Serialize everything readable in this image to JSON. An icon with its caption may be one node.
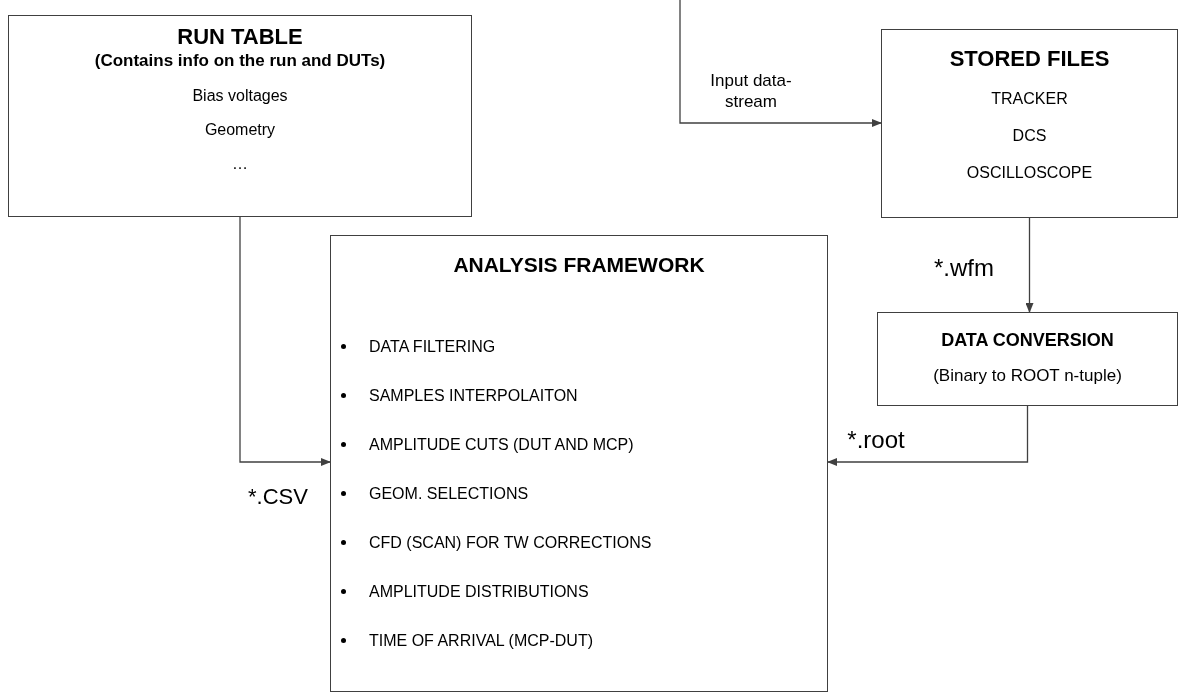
{
  "diagram": {
    "nodes": [
      {
        "text": [
          "RUN TABLE",
          "(Contains info on the run and DUTs)",
          "Bias voltages",
          "Geometry",
          "…"
        ]
      },
      {
        "text": [
          "STORED FILES",
          "TRACKER",
          "DCS",
          "OSCILLOSCOPE"
        ]
      },
      {
        "text": [
          "ANALYSIS FRAMEWORK",
          "DATA FILTERING",
          "SAMPLES INTERPOLAITON",
          "AMPLITUDE CUTS (DUT AND MCP)",
          "GEOM. SELECTIONS",
          "CFD (SCAN) FOR TW CORRECTIONS",
          "AMPLITUDE DISTRIBUTIONS",
          "TIME OF ARRIVAL (MCP-DUT)"
        ]
      },
      {
        "text": [
          "DATA CONVERSION",
          "(Binary to ROOT n-tuple)"
        ]
      }
    ],
    "edges": [
      {
        "from": null,
        "to": 1,
        "arrow": "to",
        "label": "Input data-stream"
      },
      {
        "from": 0,
        "to": 2,
        "arrow": "to",
        "label": "*.CSV"
      },
      {
        "from": 1,
        "to": 3,
        "arrow": "to",
        "label": "*.wfm"
      },
      {
        "from": 3,
        "to": 2,
        "arrow": "to",
        "label": "*.root"
      }
    ]
  }
}
